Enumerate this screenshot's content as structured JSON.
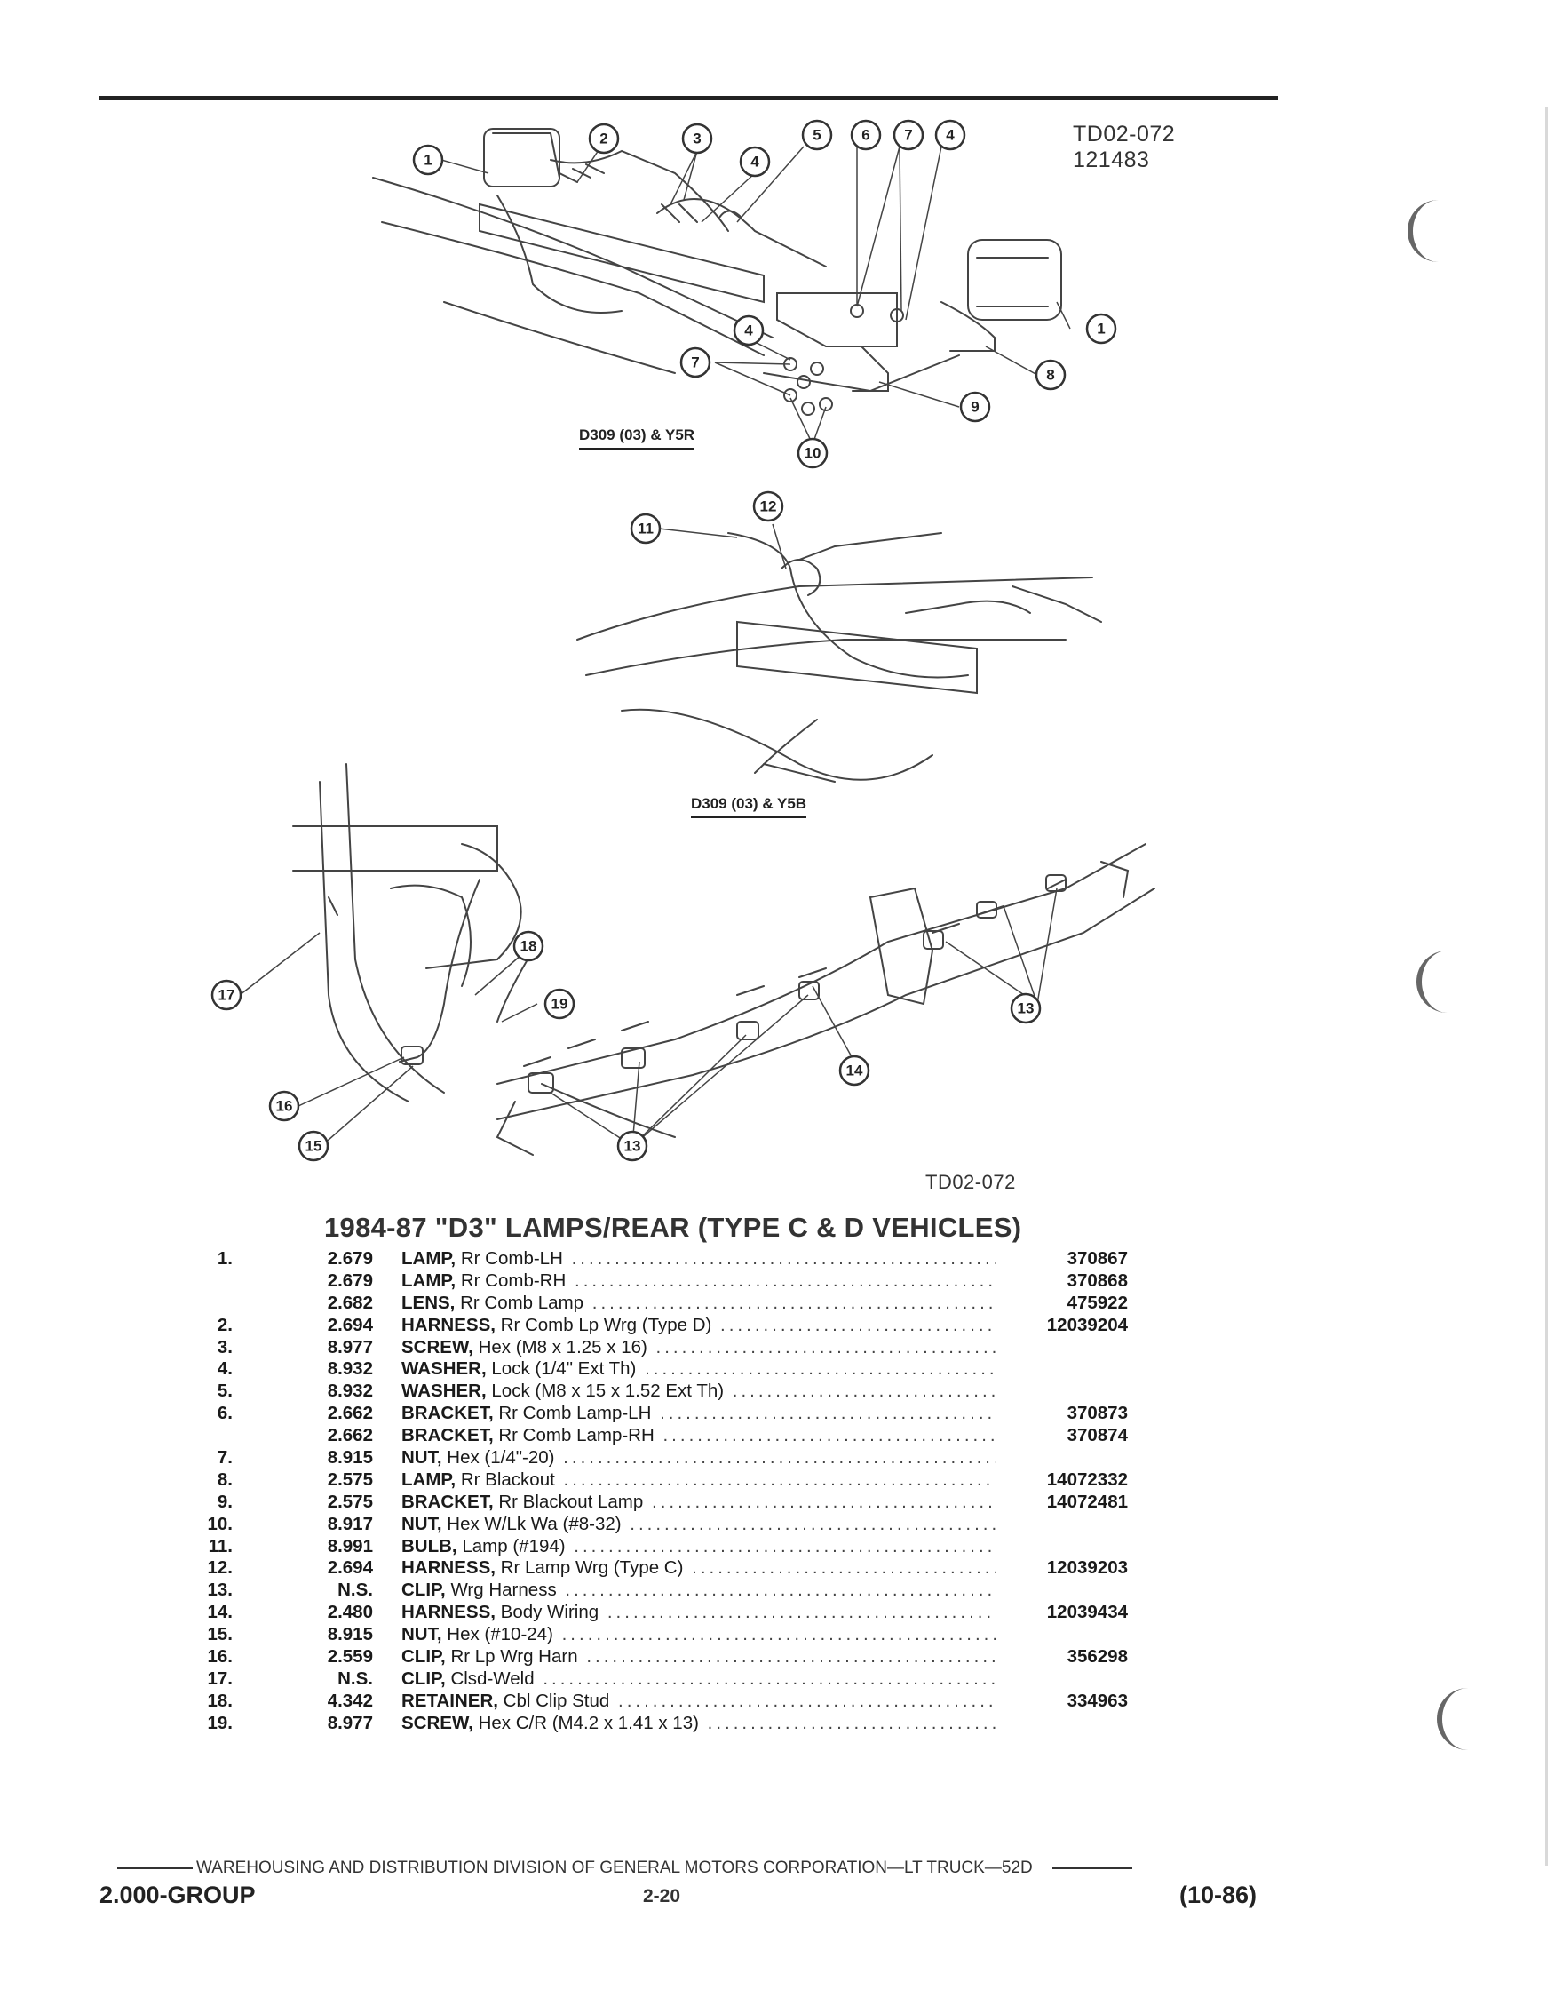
{
  "figure": {
    "code_top": "TD02-072",
    "date_code": "121483",
    "code_bottom": "TD02-072",
    "view_labels": [
      "D309 (03) & Y5R",
      "D309 (03) & Y5B"
    ],
    "callouts": [
      "1",
      "2",
      "3",
      "4",
      "5",
      "6",
      "7",
      "4",
      "1",
      "8",
      "9",
      "10",
      "7",
      "4",
      "11",
      "12",
      "17",
      "18",
      "19",
      "13",
      "14",
      "16",
      "15",
      "13"
    ]
  },
  "title": "1984-87 \"D3\" LAMPS/REAR (TYPE C & D VEHICLES)",
  "parts": [
    {
      "idx": "1.",
      "code": "2.679",
      "name": "LAMP,",
      "desc": "Rr Comb-LH",
      "pn": "370867"
    },
    {
      "idx": "",
      "code": "2.679",
      "name": "LAMP,",
      "desc": "Rr Comb-RH",
      "pn": "370868"
    },
    {
      "idx": "",
      "code": "2.682",
      "name": "LENS,",
      "desc": "Rr Comb Lamp",
      "pn": "475922"
    },
    {
      "idx": "2.",
      "code": "2.694",
      "name": "HARNESS,",
      "desc": "Rr Comb Lp Wrg (Type D)",
      "pn": "12039204"
    },
    {
      "idx": "3.",
      "code": "8.977",
      "name": "SCREW,",
      "desc": "Hex (M8 x 1.25 x 16)",
      "pn": ""
    },
    {
      "idx": "4.",
      "code": "8.932",
      "name": "WASHER,",
      "desc": "Lock (1/4\" Ext Th)",
      "pn": ""
    },
    {
      "idx": "5.",
      "code": "8.932",
      "name": "WASHER,",
      "desc": "Lock (M8 x 15 x 1.52 Ext Th)",
      "pn": ""
    },
    {
      "idx": "6.",
      "code": "2.662",
      "name": "BRACKET,",
      "desc": "Rr Comb Lamp-LH",
      "pn": "370873"
    },
    {
      "idx": "",
      "code": "2.662",
      "name": "BRACKET,",
      "desc": "Rr Comb Lamp-RH",
      "pn": "370874"
    },
    {
      "idx": "7.",
      "code": "8.915",
      "name": "NUT,",
      "desc": "Hex (1/4\"-20)",
      "pn": ""
    },
    {
      "idx": "8.",
      "code": "2.575",
      "name": "LAMP,",
      "desc": "Rr Blackout",
      "pn": "14072332"
    },
    {
      "idx": "9.",
      "code": "2.575",
      "name": "BRACKET,",
      "desc": "Rr Blackout Lamp",
      "pn": "14072481"
    },
    {
      "idx": "10.",
      "code": "8.917",
      "name": "NUT,",
      "desc": "Hex W/Lk Wa (#8-32)",
      "pn": ""
    },
    {
      "idx": "11.",
      "code": "8.991",
      "name": "BULB,",
      "desc": "Lamp (#194)",
      "pn": ""
    },
    {
      "idx": "12.",
      "code": "2.694",
      "name": "HARNESS,",
      "desc": "Rr Lamp Wrg (Type C)",
      "pn": "12039203"
    },
    {
      "idx": "13.",
      "code": "N.S.",
      "name": "CLIP,",
      "desc": "Wrg Harness",
      "pn": ""
    },
    {
      "idx": "14.",
      "code": "2.480",
      "name": "HARNESS,",
      "desc": "Body Wiring",
      "pn": "12039434"
    },
    {
      "idx": "15.",
      "code": "8.915",
      "name": "NUT,",
      "desc": "Hex (#10-24)",
      "pn": ""
    },
    {
      "idx": "16.",
      "code": "2.559",
      "name": "CLIP,",
      "desc": "Rr Lp Wrg Harn",
      "pn": "356298"
    },
    {
      "idx": "17.",
      "code": "N.S.",
      "name": "CLIP,",
      "desc": "Clsd-Weld",
      "pn": ""
    },
    {
      "idx": "18.",
      "code": "4.342",
      "name": "RETAINER,",
      "desc": "Cbl Clip Stud",
      "pn": "334963"
    },
    {
      "idx": "19.",
      "code": "8.977",
      "name": "SCREW,",
      "desc": "Hex C/R (M4.2 x 1.41 x 13)",
      "pn": ""
    }
  ],
  "footer": {
    "text": "WAREHOUSING AND DISTRIBUTION  DIVISION OF GENERAL MOTORS CORPORATION—LT TRUCK—52D",
    "group": "2.000-GROUP",
    "page": "2-20",
    "date": "(10-86)"
  }
}
